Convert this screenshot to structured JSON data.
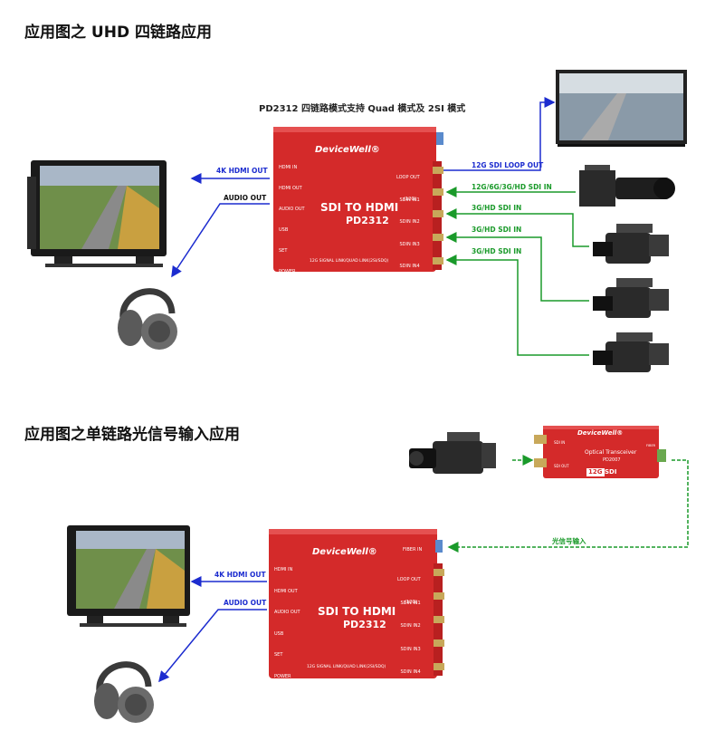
{
  "section1": {
    "heading": "应用图之 UHD 四链路应用",
    "caption": "PD2312 四链路模式支持 Quad 模式及 2SI 模式",
    "out_video": "4K HDMI OUT",
    "out_audio": "AUDIO OUT",
    "loop_out": "12G SDI  LOOP OUT",
    "in1": "12G/6G/3G/HD  SDI  IN",
    "in2": "3G/HD  SDI  IN",
    "in3": "3G/HD  SDI  IN",
    "in4": "3G/HD  SDI  IN"
  },
  "section2": {
    "heading": "应用图之单链路光信号输入应用",
    "out_video": "4K HDMI OUT",
    "out_audio": "AUDIO OUT",
    "fiber_label": "光信号输入"
  },
  "device_pd2312": {
    "brand": "DeviceWell®",
    "title": "SDI TO HDMI",
    "model": "PD2312",
    "left_ports": [
      "HDMI  IN",
      "HDMI OUT",
      "AUDIO OUT",
      "USB",
      "SET",
      "POWER"
    ],
    "right_ports": [
      "LOOP OUT",
      "SDIN  IN1",
      "SDIN  IN2",
      "SDIN  IN3",
      "SDIN  IN4"
    ],
    "right_ports_note": "(12G)",
    "bottom_text": "12G SIGNAL LINK/QUAD LINK(2SI/SDQ)",
    "fiber_port": "FIBER IN"
  },
  "device_pd2007": {
    "brand": "DeviceWell®",
    "title": "Optical Transceiver",
    "model": "PD2007",
    "badge": "12G",
    "badge_suffix": "SDI",
    "port1": "SDI IN",
    "port2": "SDI OUT",
    "fiber": "FIBER"
  },
  "colors": {
    "device_red": "#d42a2a",
    "arrow_blue": "#1c2ccf",
    "arrow_green": "#1a9a2a"
  }
}
